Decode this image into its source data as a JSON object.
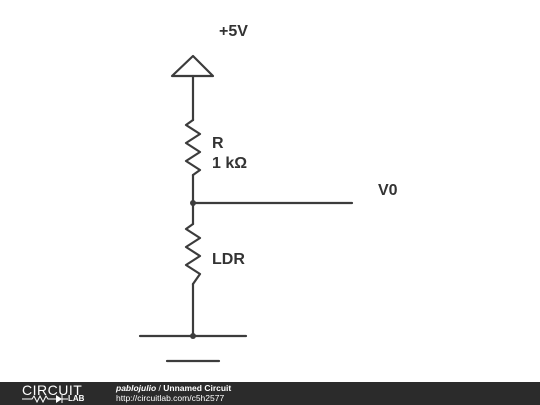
{
  "labels": {
    "supply": "+5V",
    "r_name": "R",
    "r_value": "1 kΩ",
    "output": "V0",
    "ldr": "LDR"
  },
  "footer": {
    "logo_top": "CIRCUIT",
    "logo_bottom": "LAB",
    "author": "pablojulio",
    "separator": " / ",
    "circuit_name": "Unnamed Circuit",
    "url": "http://circuitlab.com/c5h2577"
  },
  "colors": {
    "wire": "#3c3c3c",
    "footer_bg": "#2b2b2b"
  }
}
